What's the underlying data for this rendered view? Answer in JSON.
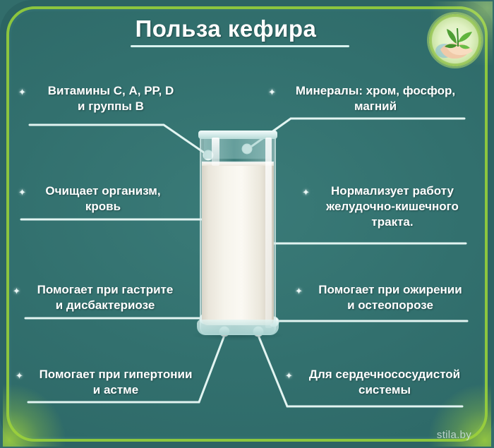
{
  "page": {
    "title": "Польза кефира",
    "watermark": "stila.by",
    "background_color": "#32706e",
    "border_color": "#8cc63e",
    "text_color": "#ffffff",
    "accent_line_color": "#d8f2ef"
  },
  "logo": {
    "name": "hands-holding-plant-logo",
    "alt": "Руки с зелёным растением"
  },
  "illustration": {
    "name": "glass-of-kefir",
    "alt": "Стакан кефира"
  },
  "callouts": {
    "vitamins": {
      "text": "Витамины С, А, РР, D\nи группы В"
    },
    "minerals": {
      "text": "Минералы: хром, фосфор,\nмагний"
    },
    "cleansing": {
      "text": "Очищает организм,\nкровь"
    },
    "gi_tract": {
      "text": "Нормализует работу\nжелудочно-кишечного\nтракта."
    },
    "gastritis": {
      "text": "Помогает при гастрите\nи дисбактериозе"
    },
    "obesity": {
      "text": "Помогает при ожирении\nи остеопорозе"
    },
    "hypertension": {
      "text": "Помогает при гипертонии\nи астме"
    },
    "cardio": {
      "text": "Для сердечнососудистой\nсистемы"
    }
  },
  "bullet_glyph": "✦"
}
